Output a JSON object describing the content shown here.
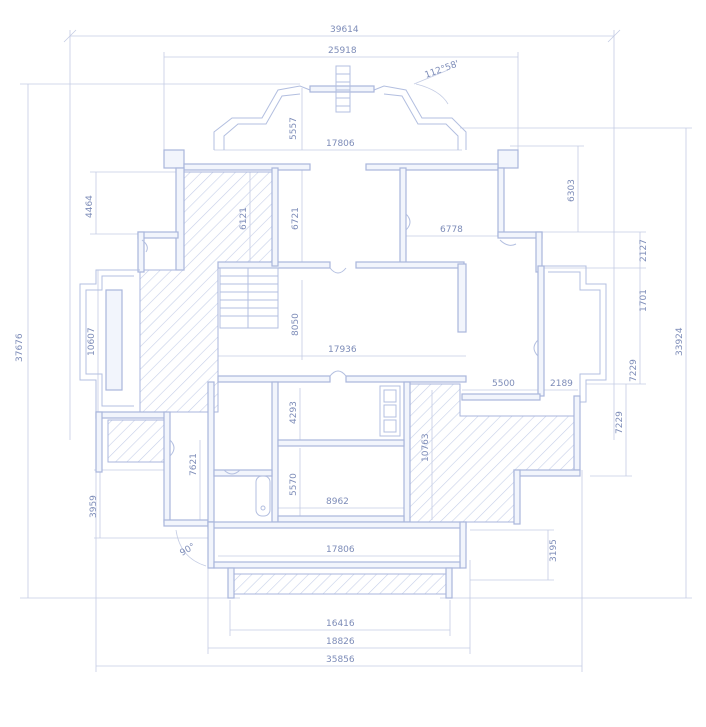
{
  "plan": {
    "dimensions": {
      "overall_top": "39614",
      "upper_width": "25918",
      "bay_angle": "112°58'",
      "bay_depth": "5557",
      "top_inner": "17806",
      "left_upper_block": "4464",
      "right_upper_block": "6303",
      "left_stair_wing": "6121",
      "center_upper": "6721",
      "right_room": "6778",
      "right_small": "2127",
      "right_bay": "1701",
      "overall_height": "37676",
      "right_height": "33924",
      "left_bay": "10607",
      "center_vertical": "8050",
      "center_width": "17936",
      "right_lower_room": "5500",
      "right_lower_small": "2189",
      "right_lower_bay": "7229",
      "right_side": "7229",
      "left_corridor": "7621",
      "center_lower": "4293",
      "right_hatched": "10763",
      "bath_height": "5570",
      "lower_left": "3959",
      "lower_room": "8962",
      "corner_angle": "90°",
      "terrace_width": "17806",
      "terrace_depth": "3195",
      "bottom_inner": "16416",
      "bottom_mid": "18826",
      "bottom_overall": "35856"
    }
  }
}
